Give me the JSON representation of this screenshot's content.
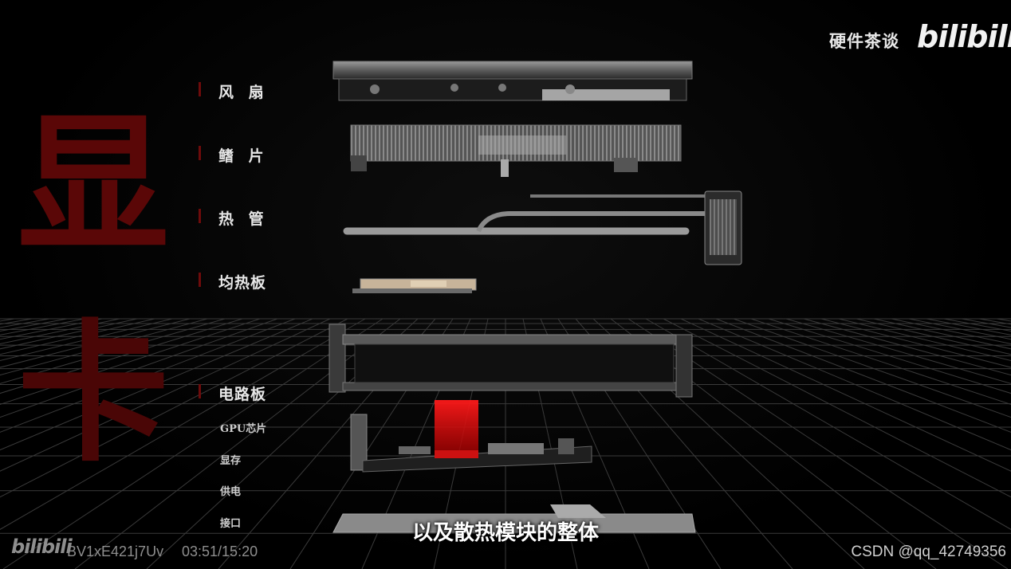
{
  "watermark": {
    "channel_name": "硬件茶谈",
    "platform_logo": "bilibili"
  },
  "background_title": {
    "char_1": "显",
    "char_2": "卡"
  },
  "component_labels": [
    {
      "text": "风 扇"
    },
    {
      "text": "鳍 片"
    },
    {
      "text": "热 管"
    },
    {
      "text": "均热板"
    },
    {
      "text": "电路板"
    },
    {
      "text": "GPU芯片"
    },
    {
      "text": "显存"
    },
    {
      "text": "供电"
    },
    {
      "text": "接口"
    }
  ],
  "subtitle": "以及散热模块的整体",
  "player_overlay": {
    "logo": "bilibili",
    "video_id": "BV1xE421j7Uv",
    "timecode": "03:51/15:20"
  },
  "source_watermark": "CSDN @qq_42749356",
  "colors": {
    "background": "#000000",
    "title_red": "#5a0707",
    "highlight_red": "#e01010",
    "grid": "#3a3a3a"
  }
}
